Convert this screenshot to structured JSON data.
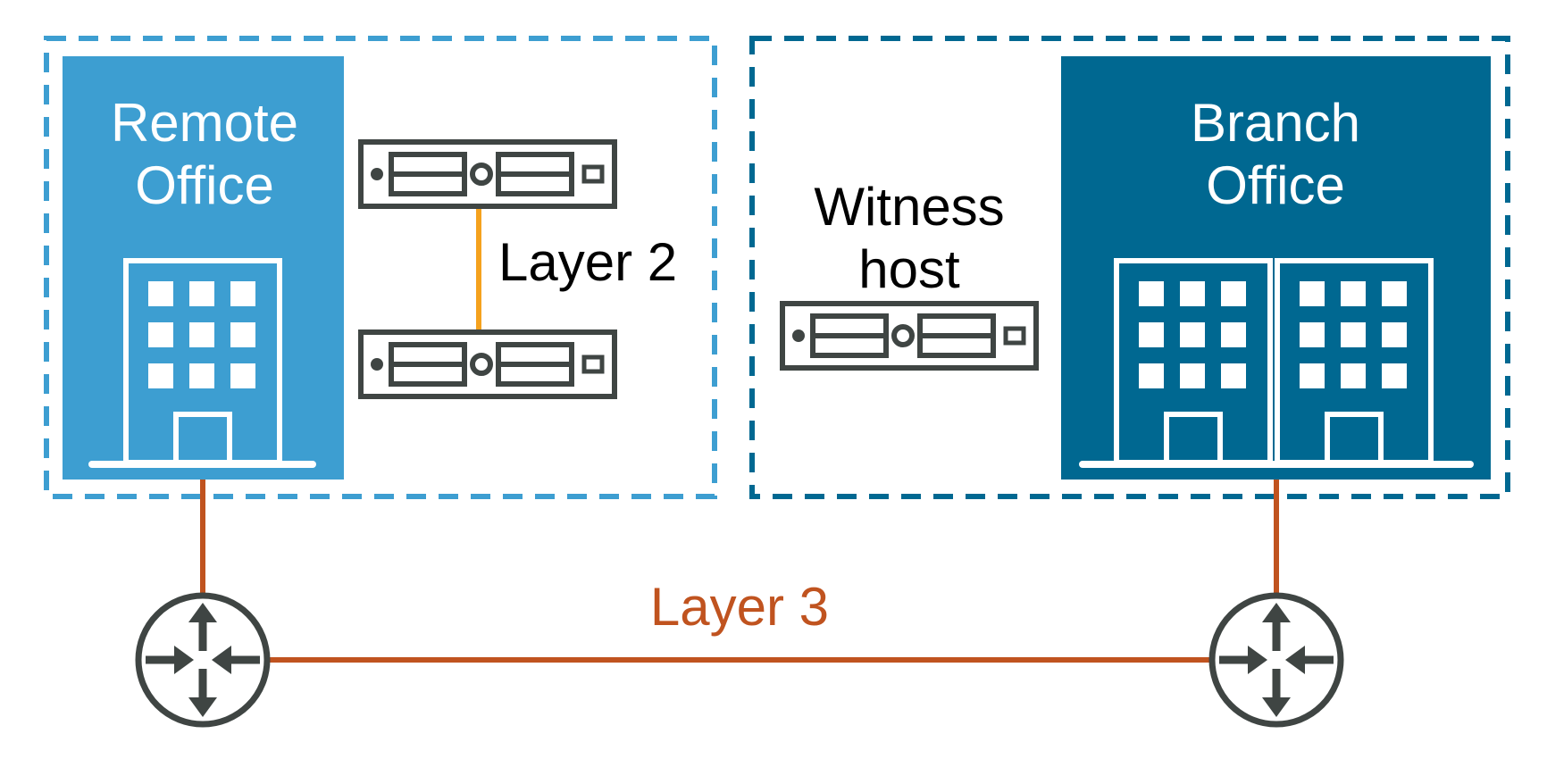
{
  "remote_site": {
    "title_line1": "Remote",
    "title_line2": "Office"
  },
  "branch_site": {
    "title_line1": "Branch",
    "title_line2": "Office"
  },
  "witness": {
    "label_line1": "Witness",
    "label_line2": "host"
  },
  "links": {
    "layer2_label": "Layer 2",
    "layer3_label": "Layer 3"
  },
  "colors": {
    "remote_blue": "#3D9ED1",
    "branch_blue": "#006891",
    "device_gray": "#3F4543",
    "layer2_orange": "#F5A21E",
    "layer3_orange": "#C0531F"
  },
  "icons": {
    "remote_building": "office-building-icon",
    "branch_building": "office-building-pair-icon",
    "server": "rack-server-icon",
    "router": "router-icon"
  }
}
